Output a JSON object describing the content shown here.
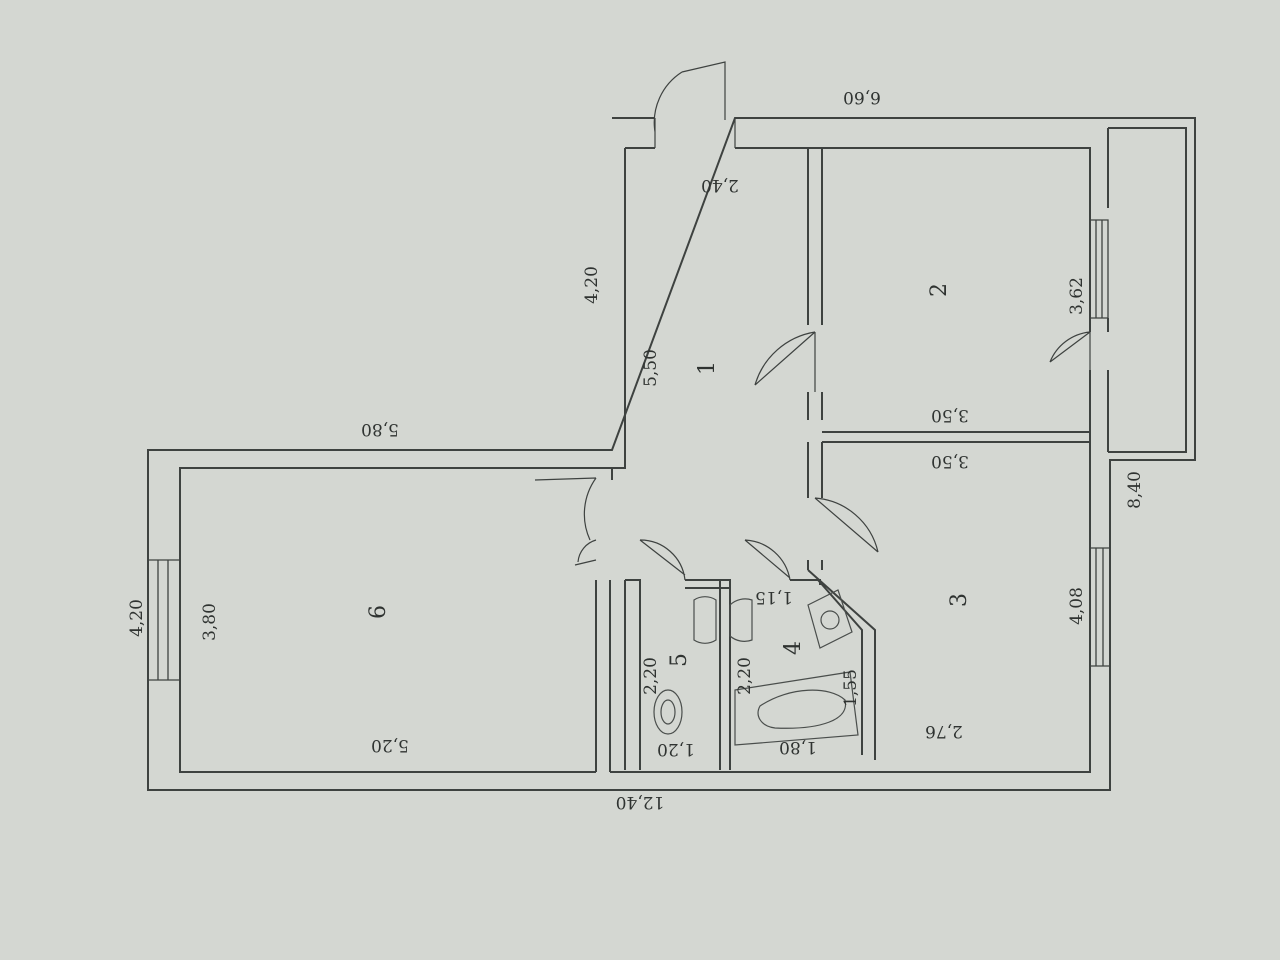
{
  "rooms": [
    {
      "id": "1",
      "label": "1"
    },
    {
      "id": "2",
      "label": "2"
    },
    {
      "id": "3",
      "label": "3"
    },
    {
      "id": "4",
      "label": "4"
    },
    {
      "id": "5",
      "label": "5"
    },
    {
      "id": "6",
      "label": "6"
    }
  ],
  "dimensions": {
    "overall_length": "12,40",
    "overall_width_right": "8,40",
    "overall_width_left": "4,20",
    "balcony_length": "6,60",
    "room1_length": "5,50",
    "room1_width": "2,40",
    "room1_outer_width": "4,20",
    "room2_length": "3,62",
    "room2_width": "3,50",
    "room3_width": "3,50",
    "room3_length": "4,08",
    "room3_bottom": "2,76",
    "room4_length": "2,20",
    "room4_width": "1,80",
    "room4_diag": "1,55",
    "room4_top": "1,15",
    "room5_length": "2,20",
    "room5_width": "1,20",
    "room6_width": "3,80",
    "room6_length": "5,20",
    "room6_top": "5,80"
  }
}
